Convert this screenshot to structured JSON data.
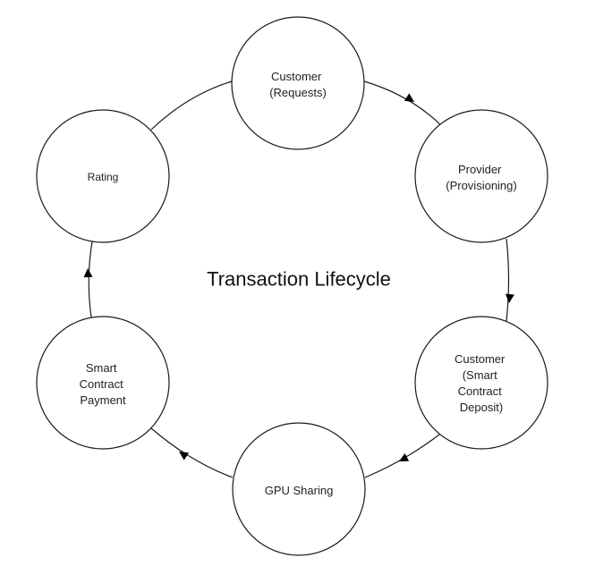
{
  "diagram": {
    "title": "Transaction Lifecycle",
    "type": "cycle",
    "nodes": [
      {
        "id": "customer-requests",
        "label_lines": [
          "Customer",
          "(Requests)"
        ]
      },
      {
        "id": "provider-provisioning",
        "label_lines": [
          "Provider",
          "(Provisioning)"
        ]
      },
      {
        "id": "customer-smart-contract-deposit",
        "label_lines": [
          "Customer",
          "(Smart",
          "Contract",
          "Deposit)"
        ]
      },
      {
        "id": "gpu-sharing",
        "label_lines": [
          "GPU Sharing"
        ]
      },
      {
        "id": "smart-contract-payment",
        "label_lines": [
          "Smart",
          "Contract",
          "Payment"
        ]
      },
      {
        "id": "rating",
        "label_lines": [
          "Rating"
        ]
      }
    ],
    "edges": [
      {
        "from": "customer-requests",
        "to": "provider-provisioning",
        "arrow": true
      },
      {
        "from": "provider-provisioning",
        "to": "customer-smart-contract-deposit",
        "arrow": true
      },
      {
        "from": "customer-smart-contract-deposit",
        "to": "gpu-sharing",
        "arrow": true
      },
      {
        "from": "gpu-sharing",
        "to": "smart-contract-payment",
        "arrow": true
      },
      {
        "from": "smart-contract-payment",
        "to": "rating",
        "arrow": true
      },
      {
        "from": "rating",
        "to": "customer-requests",
        "arrow": false
      }
    ]
  }
}
